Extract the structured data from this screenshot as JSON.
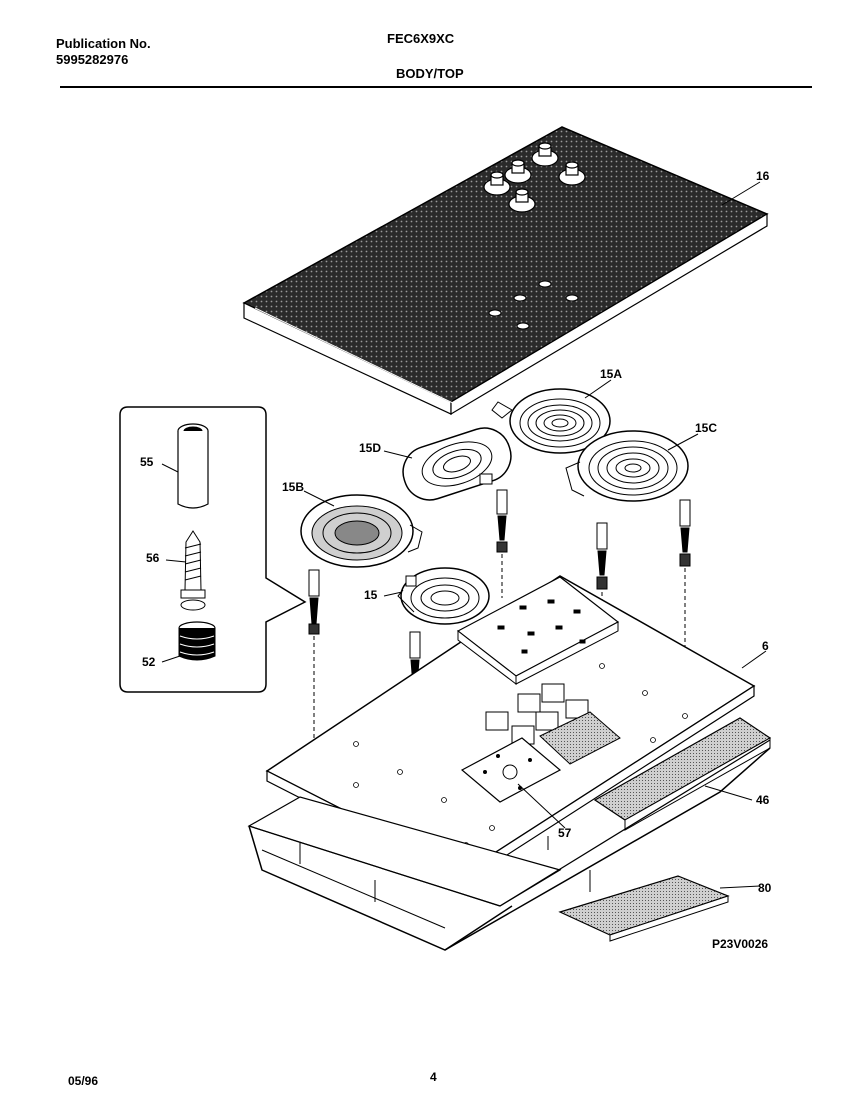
{
  "header": {
    "publication_label": "Publication No.",
    "publication_number": "5995282976",
    "model": "FEC6X9XC",
    "section": "BODY/TOP"
  },
  "callouts": {
    "p16": "16",
    "p15A": "15A",
    "p15C": "15C",
    "p15D": "15D",
    "p15B": "15B",
    "p15": "15",
    "p6": "6",
    "p46": "46",
    "p57": "57",
    "p80": "80",
    "p55": "55",
    "p56": "56",
    "p52": "52"
  },
  "diagram_id": "P23V0026",
  "footer": {
    "date": "05/96",
    "page": "4"
  }
}
